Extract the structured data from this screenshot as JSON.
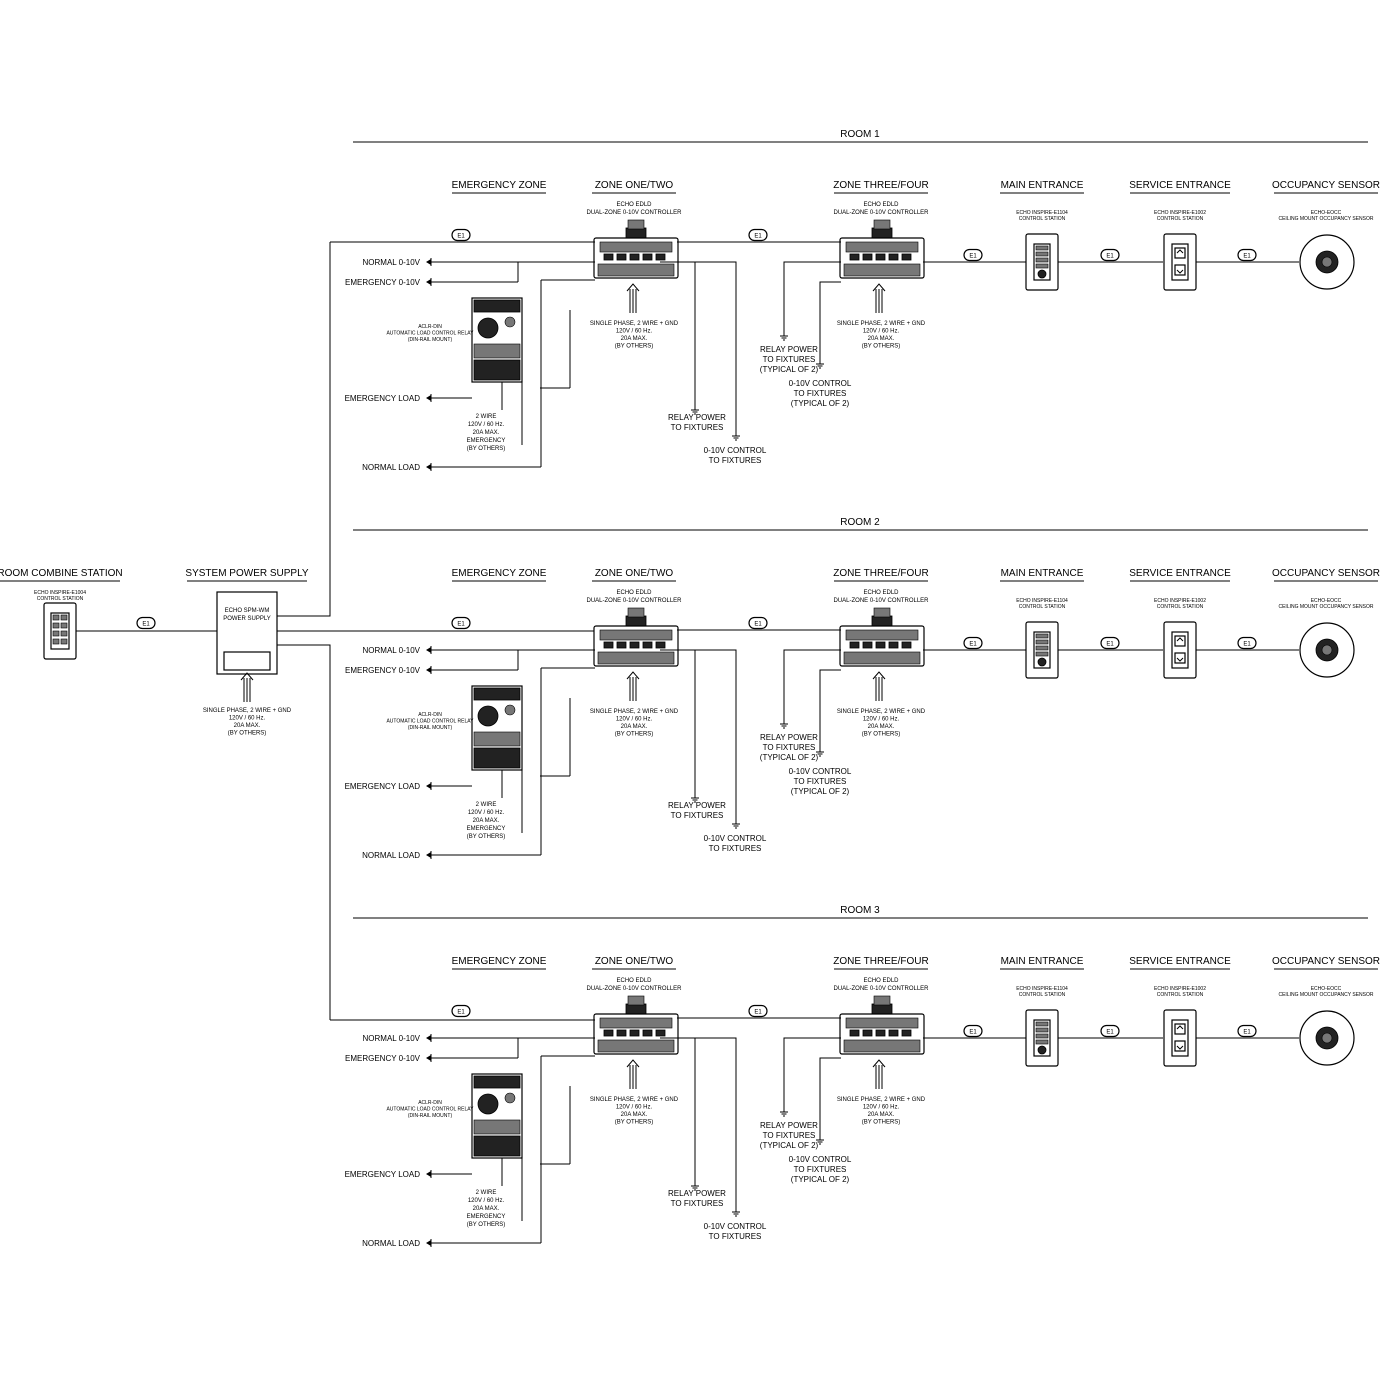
{
  "colors": {
    "line": "#000000",
    "background": "#ffffff"
  },
  "tag": "E1",
  "room_combine": {
    "title": "ROOM COMBINE STATION",
    "device": [
      "ECHO INSPIRE-E1004",
      "CONTROL STATION"
    ]
  },
  "power_supply": {
    "title": "SYSTEM POWER SUPPLY",
    "device": [
      "ECHO SPM-WM",
      "POWER SUPPLY"
    ],
    "feed": [
      "SINGLE PHASE, 2 WIRE + GND",
      "120V / 60 Hz.",
      "20A MAX.",
      "(BY OTHERS)"
    ]
  },
  "rooms": [
    {
      "title": "ROOM 1",
      "emergency_zone": "EMERGENCY ZONE",
      "zone_one_two": "ZONE ONE/TWO",
      "zone_three_four": "ZONE THREE/FOUR",
      "main_entrance": "MAIN ENTRANCE",
      "service_entrance": "SERVICE ENTRANCE",
      "occupancy_sensor": "OCCUPANCY SENSOR",
      "controller": [
        "ECHO EDLD",
        "DUAL-ZONE 0-10V CONTROLLER"
      ],
      "relay": [
        "ACLR-DIN",
        "AUTOMATIC LOAD CONTROL RELAY",
        "(DIN-RAIL MOUNT)"
      ],
      "feed": [
        "SINGLE PHASE, 2 WIRE + GND",
        "120V / 60 Hz.",
        "20A MAX.",
        "(BY OTHERS)"
      ],
      "emergency_feed": [
        "2 WIRE",
        "120V / 60 Hz.",
        "20A MAX.",
        "EMERGENCY",
        "(BY OTHERS)"
      ],
      "normal_0_10v": "NORMAL 0-10V",
      "emergency_0_10v": "EMERGENCY 0-10V",
      "emergency_load": "EMERGENCY LOAD",
      "normal_load": "NORMAL LOAD",
      "relay_power": [
        "RELAY POWER",
        "TO FIXTURES"
      ],
      "control_fixtures": [
        "0-10V CONTROL",
        "TO FIXTURES"
      ],
      "relay_power_typ": [
        "RELAY POWER",
        "TO FIXTURES",
        "(TYPICAL OF 2)"
      ],
      "control_fixtures_typ": [
        "0-10V CONTROL",
        "TO FIXTURES",
        "(TYPICAL OF 2)"
      ],
      "main_device": [
        "ECHO INSPIRE-E1104",
        "CONTROL STATION"
      ],
      "service_device": [
        "ECHO INSPIRE-E1002",
        "CONTROL STATION"
      ],
      "sensor_device": [
        "ECHO-EOCC",
        "CEILING MOUNT OCCUPANCY SENSOR"
      ]
    },
    {
      "title": "ROOM 2",
      "emergency_zone": "EMERGENCY ZONE",
      "zone_one_two": "ZONE ONE/TWO",
      "zone_three_four": "ZONE THREE/FOUR",
      "main_entrance": "MAIN ENTRANCE",
      "service_entrance": "SERVICE ENTRANCE",
      "occupancy_sensor": "OCCUPANCY SENSOR",
      "controller": [
        "ECHO EDLD",
        "DUAL-ZONE 0-10V CONTROLLER"
      ],
      "relay": [
        "ACLR-DIN",
        "AUTOMATIC LOAD CONTROL RELAY",
        "(DIN-RAIL MOUNT)"
      ],
      "feed": [
        "SINGLE PHASE, 2 WIRE + GND",
        "120V / 60 Hz.",
        "20A MAX.",
        "(BY OTHERS)"
      ],
      "emergency_feed": [
        "2 WIRE",
        "120V / 60 Hz.",
        "20A MAX.",
        "EMERGENCY",
        "(BY OTHERS)"
      ],
      "normal_0_10v": "NORMAL 0-10V",
      "emergency_0_10v": "EMERGENCY 0-10V",
      "emergency_load": "EMERGENCY LOAD",
      "normal_load": "NORMAL LOAD",
      "relay_power": [
        "RELAY POWER",
        "TO FIXTURES"
      ],
      "control_fixtures": [
        "0-10V CONTROL",
        "TO FIXTURES"
      ],
      "relay_power_typ": [
        "RELAY POWER",
        "TO FIXTURES",
        "(TYPICAL OF 2)"
      ],
      "control_fixtures_typ": [
        "0-10V CONTROL",
        "TO FIXTURES",
        "(TYPICAL OF 2)"
      ],
      "main_device": [
        "ECHO INSPIRE-E1104",
        "CONTROL STATION"
      ],
      "service_device": [
        "ECHO INSPIRE-E1002",
        "CONTROL STATION"
      ],
      "sensor_device": [
        "ECHO-EOCC",
        "CEILING MOUNT OCCUPANCY SENSOR"
      ]
    },
    {
      "title": "ROOM 3",
      "emergency_zone": "EMERGENCY ZONE",
      "zone_one_two": "ZONE ONE/TWO",
      "zone_three_four": "ZONE THREE/FOUR",
      "main_entrance": "MAIN ENTRANCE",
      "service_entrance": "SERVICE ENTRANCE",
      "occupancy_sensor": "OCCUPANCY SENSOR",
      "controller": [
        "ECHO EDLD",
        "DUAL-ZONE 0-10V CONTROLLER"
      ],
      "relay": [
        "ACLR-DIN",
        "AUTOMATIC LOAD CONTROL RELAY",
        "(DIN-RAIL MOUNT)"
      ],
      "feed": [
        "SINGLE PHASE, 2 WIRE + GND",
        "120V / 60 Hz.",
        "20A MAX.",
        "(BY OTHERS)"
      ],
      "emergency_feed": [
        "2 WIRE",
        "120V / 60 Hz.",
        "20A MAX.",
        "EMERGENCY",
        "(BY OTHERS)"
      ],
      "normal_0_10v": "NORMAL 0-10V",
      "emergency_0_10v": "EMERGENCY 0-10V",
      "emergency_load": "EMERGENCY LOAD",
      "normal_load": "NORMAL LOAD",
      "relay_power": [
        "RELAY POWER",
        "TO FIXTURES"
      ],
      "control_fixtures": [
        "0-10V CONTROL",
        "TO FIXTURES"
      ],
      "relay_power_typ": [
        "RELAY POWER",
        "TO FIXTURES",
        "(TYPICAL OF 2)"
      ],
      "control_fixtures_typ": [
        "0-10V CONTROL",
        "TO FIXTURES",
        "(TYPICAL OF 2)"
      ],
      "main_device": [
        "ECHO INSPIRE-E1104",
        "CONTROL STATION"
      ],
      "service_device": [
        "ECHO INSPIRE-E1002",
        "CONTROL STATION"
      ],
      "sensor_device": [
        "ECHO-EOCC",
        "CEILING MOUNT OCCUPANCY SENSOR"
      ]
    }
  ]
}
